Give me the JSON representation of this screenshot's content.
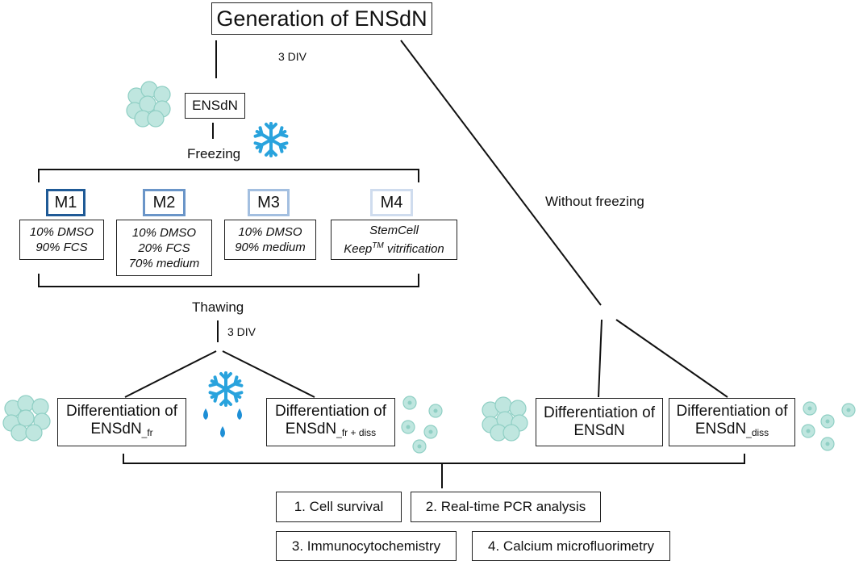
{
  "title": "Generation of ENSdN",
  "div_top": "3 DIV",
  "ensdn_box": "ENSdN",
  "freezing": "Freezing",
  "without_freezing": "Without freezing",
  "thawing": "Thawing",
  "div_bottom": "3 DIV",
  "media": [
    {
      "name": "M1",
      "color": "#1f5a96",
      "lines": [
        "10% DMSO",
        "90% FCS"
      ]
    },
    {
      "name": "M2",
      "color": "#6a95c8",
      "lines": [
        "10% DMSO",
        "20% FCS",
        "70% medium"
      ]
    },
    {
      "name": "M3",
      "color": "#a3bfe0",
      "lines": [
        "10% DMSO",
        "90% medium"
      ]
    },
    {
      "name": "M4",
      "color": "#cfdcee",
      "lines": [
        "StemCell",
        "vitrification"
      ],
      "keep_word": "Keep",
      "keep_sup": "TM"
    }
  ],
  "differentiation": [
    {
      "line1": "Differentiation of",
      "base": "ENSdN",
      "sub": "_fr"
    },
    {
      "line1": "Differentiation of",
      "base": "ENSdN",
      "sub": "_fr + diss"
    },
    {
      "line1": "Differentiation of",
      "base": "ENSdN",
      "sub": ""
    },
    {
      "line1": "Differentiation of",
      "base": "ENSdN",
      "sub": "_diss"
    }
  ],
  "outcomes": [
    "1. Cell survival",
    "2. Real-time PCR analysis",
    "3. Immunocytochemistry",
    "4. Calcium microfluorimetry"
  ],
  "colors": {
    "cell_fill": "#bfe6df",
    "cell_stroke": "#8fcfc4",
    "snowflake": "#29a3dd",
    "drop": "#1e8fd6"
  }
}
